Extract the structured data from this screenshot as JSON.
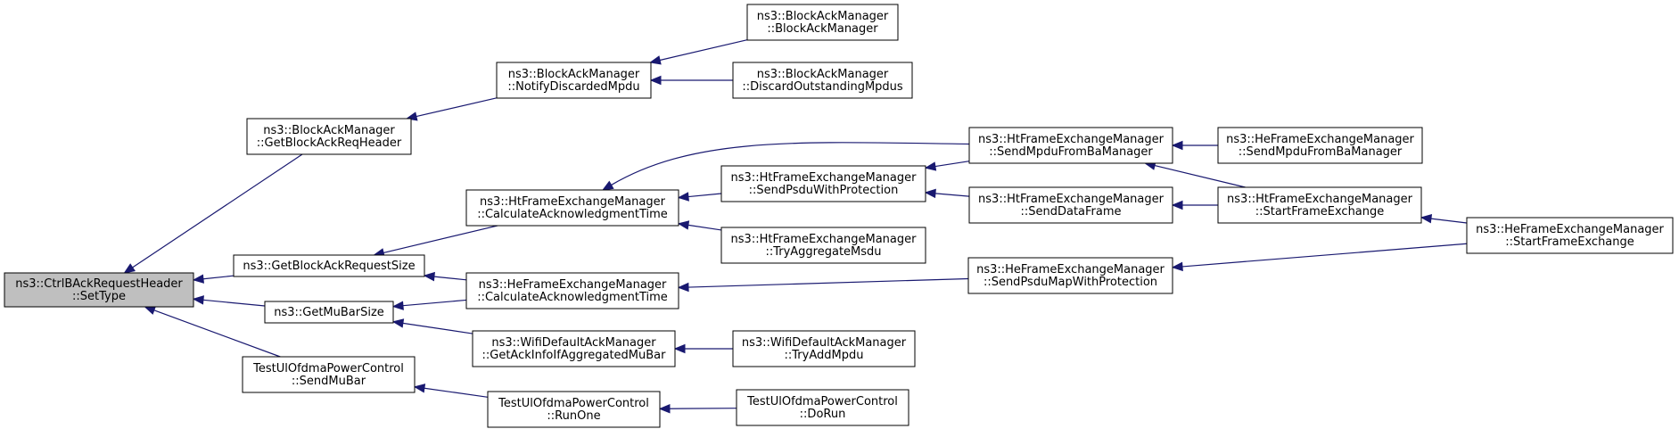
{
  "colors": {
    "edge": "#191970",
    "node_border": "#000000",
    "root_fill": "#bfbfbf",
    "node_fill": "#ffffff"
  },
  "nodes": [
    {
      "id": "root",
      "lines": [
        "ns3::CtrlBAckRequestHeader",
        "::SetType"
      ],
      "root": true
    },
    {
      "id": "getbarhdr",
      "lines": [
        "ns3::BlockAckManager",
        "::GetBlockAckReqHeader"
      ]
    },
    {
      "id": "getbarsize",
      "lines": [
        "ns3::GetBlockAckRequestSize"
      ]
    },
    {
      "id": "getmubarsize",
      "lines": [
        "ns3::GetMuBarSize"
      ]
    },
    {
      "id": "tul_sendmubar",
      "lines": [
        "TestUlOfdmaPowerControl",
        "::SendMuBar"
      ]
    },
    {
      "id": "bam_notify",
      "lines": [
        "ns3::BlockAckManager",
        "::NotifyDiscardedMpdu"
      ]
    },
    {
      "id": "ht_calcack",
      "lines": [
        "ns3::HtFrameExchangeManager",
        "::CalculateAcknowledgmentTime"
      ]
    },
    {
      "id": "he_calcack",
      "lines": [
        "ns3::HeFrameExchangeManager",
        "::CalculateAcknowledgmentTime"
      ]
    },
    {
      "id": "wifi_getack",
      "lines": [
        "ns3::WifiDefaultAckManager",
        "::GetAckInfoIfAggregatedMuBar"
      ]
    },
    {
      "id": "tul_runone",
      "lines": [
        "TestUlOfdmaPowerControl",
        "::RunOne"
      ]
    },
    {
      "id": "bam_ctor",
      "lines": [
        "ns3::BlockAckManager",
        "::BlockAckManager"
      ]
    },
    {
      "id": "bam_discard",
      "lines": [
        "ns3::BlockAckManager",
        "::DiscardOutstandingMpdus"
      ]
    },
    {
      "id": "ht_sendpsdu",
      "lines": [
        "ns3::HtFrameExchangeManager",
        "::SendPsduWithProtection"
      ]
    },
    {
      "id": "ht_tryagg",
      "lines": [
        "ns3::HtFrameExchangeManager",
        "::TryAggregateMsdu"
      ]
    },
    {
      "id": "wifi_tryadd",
      "lines": [
        "ns3::WifiDefaultAckManager",
        "::TryAddMpdu"
      ]
    },
    {
      "id": "tul_dorun",
      "lines": [
        "TestUlOfdmaPowerControl",
        "::DoRun"
      ]
    },
    {
      "id": "ht_sendmpdu",
      "lines": [
        "ns3::HtFrameExchangeManager",
        "::SendMpduFromBaManager"
      ]
    },
    {
      "id": "ht_senddata",
      "lines": [
        "ns3::HtFrameExchangeManager",
        "::SendDataFrame"
      ]
    },
    {
      "id": "he_sendpsdumap",
      "lines": [
        "ns3::HeFrameExchangeManager",
        "::SendPsduMapWithProtection"
      ]
    },
    {
      "id": "he_sendmpdu",
      "lines": [
        "ns3::HeFrameExchangeManager",
        "::SendMpduFromBaManager"
      ]
    },
    {
      "id": "ht_startfx",
      "lines": [
        "ns3::HtFrameExchangeManager",
        "::StartFrameExchange"
      ]
    },
    {
      "id": "he_startfx",
      "lines": [
        "ns3::HeFrameExchangeManager",
        "::StartFrameExchange"
      ]
    }
  ],
  "edges": [
    {
      "from": "getbarhdr",
      "to": "root"
    },
    {
      "from": "getbarsize",
      "to": "root"
    },
    {
      "from": "getmubarsize",
      "to": "root"
    },
    {
      "from": "tul_sendmubar",
      "to": "root"
    },
    {
      "from": "bam_notify",
      "to": "getbarhdr"
    },
    {
      "from": "ht_calcack",
      "to": "getbarsize"
    },
    {
      "from": "he_calcack",
      "to": "getbarsize"
    },
    {
      "from": "he_calcack",
      "to": "getmubarsize"
    },
    {
      "from": "wifi_getack",
      "to": "getmubarsize"
    },
    {
      "from": "tul_runone",
      "to": "tul_sendmubar"
    },
    {
      "from": "bam_ctor",
      "to": "bam_notify"
    },
    {
      "from": "bam_discard",
      "to": "bam_notify"
    },
    {
      "from": "ht_sendpsdu",
      "to": "ht_calcack"
    },
    {
      "from": "ht_tryagg",
      "to": "ht_calcack"
    },
    {
      "from": "ht_sendmpdu",
      "to": "ht_calcack"
    },
    {
      "from": "he_sendpsdumap",
      "to": "he_calcack"
    },
    {
      "from": "wifi_tryadd",
      "to": "wifi_getack"
    },
    {
      "from": "tul_dorun",
      "to": "tul_runone"
    },
    {
      "from": "ht_sendmpdu",
      "to": "ht_sendpsdu"
    },
    {
      "from": "ht_senddata",
      "to": "ht_sendpsdu"
    },
    {
      "from": "he_sendmpdu",
      "to": "ht_sendmpdu"
    },
    {
      "from": "ht_startfx",
      "to": "ht_sendmpdu"
    },
    {
      "from": "ht_startfx",
      "to": "ht_senddata"
    },
    {
      "from": "he_startfx",
      "to": "ht_startfx"
    },
    {
      "from": "he_startfx",
      "to": "he_sendpsdumap"
    }
  ]
}
